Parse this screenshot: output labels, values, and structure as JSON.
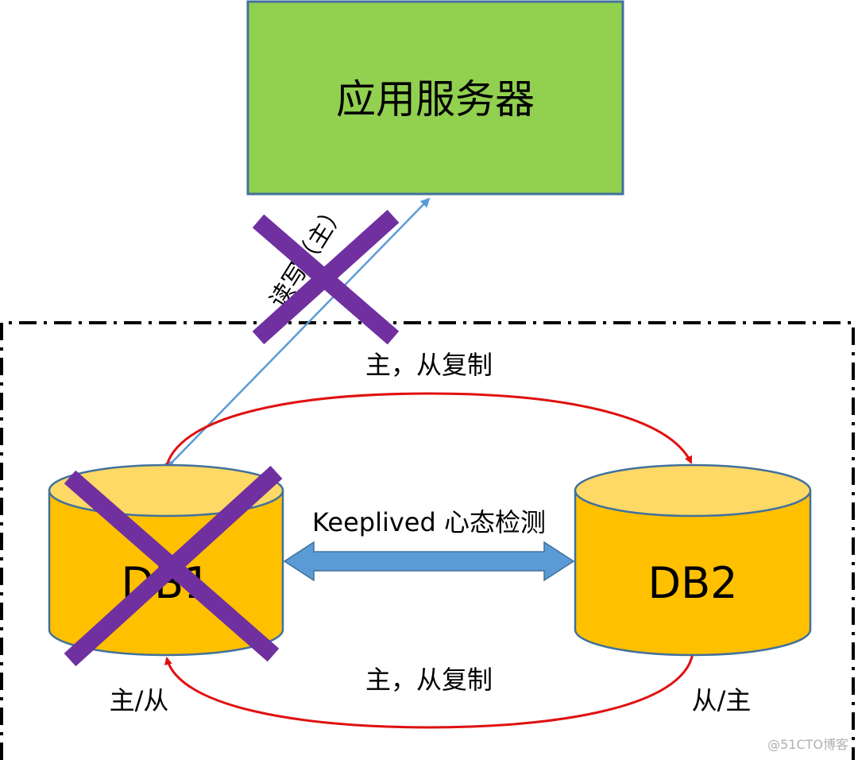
{
  "app_server": {
    "label": "应用服务器",
    "fill": "#92D050",
    "stroke": "#41719C"
  },
  "links": {
    "read_write": {
      "label": "读写（主）",
      "color": "#5B9BD5",
      "failed": true
    },
    "replication_top": {
      "label": "主，从复制",
      "color": "#E01010"
    },
    "replication_bottom": {
      "label": "主，从复制",
      "color": "#E01010"
    },
    "heartbeat": {
      "label": "Keeplived 心态检测",
      "color": "#5B9BD5"
    }
  },
  "databases": {
    "db1": {
      "label": "DB1",
      "role": "主/从",
      "failed": true
    },
    "db2": {
      "label": "DB2",
      "role": "从/主",
      "failed": false
    }
  },
  "colors": {
    "db_body": "#FFC000",
    "db_top": "#FFD966",
    "db_stroke": "#41719C",
    "cross": "#7030A0"
  },
  "watermark": "@51CTO博客"
}
